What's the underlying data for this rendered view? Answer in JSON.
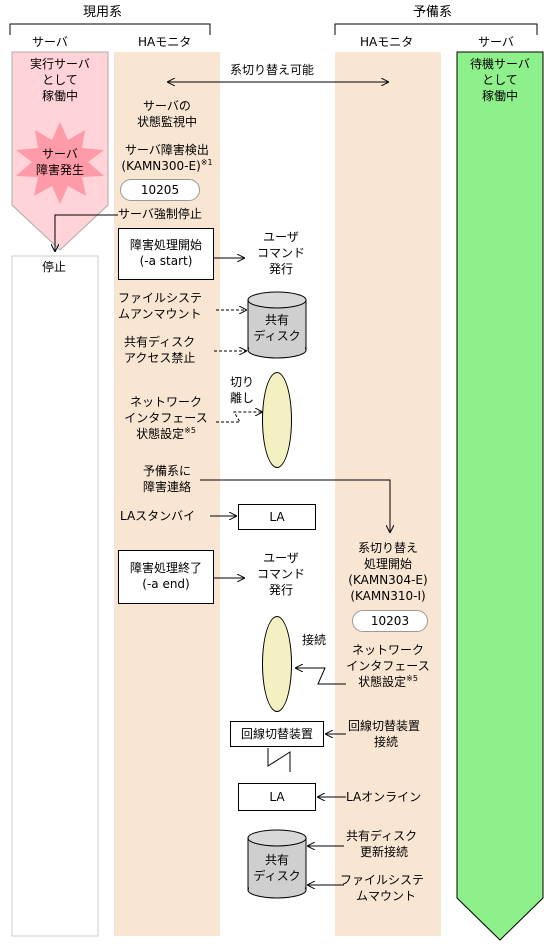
{
  "header": {
    "active_system": "現用系",
    "standby_system": "予備系"
  },
  "columns": {
    "server_left": "サーバ",
    "ha_left": "HAモニタ",
    "ha_right": "HAモニタ",
    "server_right": "サーバ"
  },
  "switchable": "系切り替え可能",
  "left_server": {
    "status": [
      "実行サーバ",
      "として",
      "稼働中"
    ],
    "failure": [
      "サーバ",
      "障害発生"
    ],
    "stopped": "停止"
  },
  "right_server": {
    "status": [
      "待機サーバ",
      "として",
      "稼働中"
    ]
  },
  "active_ha": {
    "monitoring": [
      "サーバの",
      "状態監視中"
    ],
    "detect": [
      "サーバ障害検出",
      "(KAMN300-E)"
    ],
    "detect_note": "※1",
    "detect_code": "10205",
    "force_stop": "サーバ強制停止",
    "start_box": [
      "障害処理開始",
      "(-a start)"
    ],
    "user_cmd_1": [
      "ユーザ",
      "コマンド",
      "発行"
    ],
    "unmount": [
      "ファイルシステ",
      "ムアンマウント"
    ],
    "disk_label": [
      "共有",
      "ディスク"
    ],
    "disk_access": [
      "共有ディスク",
      "アクセス禁止"
    ],
    "disconnect": [
      "切り",
      "離し"
    ],
    "net_if": [
      "ネットワーク",
      "インタフェース",
      "状態設定"
    ],
    "net_note": "※5",
    "notify": [
      "予備系に",
      "障害連絡"
    ],
    "la_standby": "LAスタンバイ",
    "la_box_1": "LA",
    "end_box": [
      "障害処理終了",
      "(-a end)"
    ],
    "user_cmd_2": [
      "ユーザ",
      "コマンド",
      "発行"
    ]
  },
  "standby_ha": {
    "switch_start": [
      "系切り替え",
      "処理開始",
      "(KAMN304-E)",
      "(KAMN310-I)"
    ],
    "switch_code": "10203",
    "connect": "接続",
    "net_if": [
      "ネットワーク",
      "インタフェース",
      "状態設定"
    ],
    "net_note": "※5",
    "line_switch_box": "回線切替装置",
    "line_switch_conn": [
      "回線切替装置",
      "接続"
    ],
    "la_box_2": "LA",
    "la_online": "LAオンライン",
    "disk_label_2": [
      "共有",
      "ディスク"
    ],
    "disk_update": [
      "共有ディスク",
      "更新接続"
    ],
    "mount": [
      "ファイルシステ",
      "ムマウント"
    ]
  }
}
